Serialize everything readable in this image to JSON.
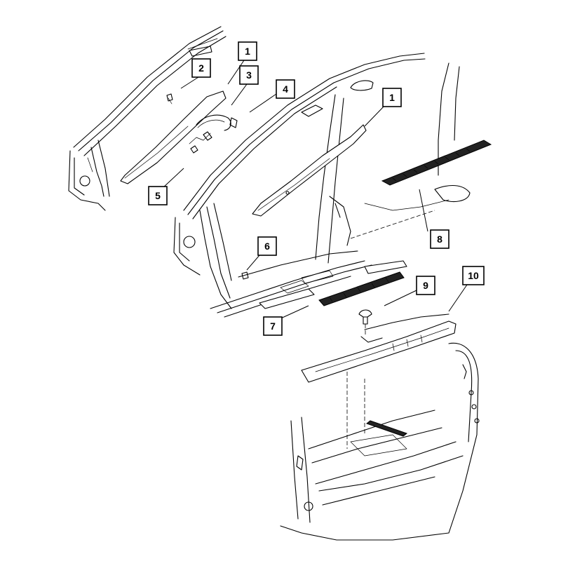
{
  "callouts": [
    {
      "id": "c1a",
      "number": "1"
    },
    {
      "id": "c2",
      "number": "2"
    },
    {
      "id": "c3",
      "number": "3"
    },
    {
      "id": "c4",
      "number": "4"
    },
    {
      "id": "c5",
      "number": "5"
    },
    {
      "id": "c1b",
      "number": "1"
    },
    {
      "id": "c6",
      "number": "6"
    },
    {
      "id": "c7",
      "number": "7"
    },
    {
      "id": "c8",
      "number": "8"
    },
    {
      "id": "c9",
      "number": "9"
    },
    {
      "id": "c10",
      "number": "10"
    }
  ],
  "colors": {
    "line": "#000000",
    "background": "#ffffff",
    "strip": "#222222"
  }
}
